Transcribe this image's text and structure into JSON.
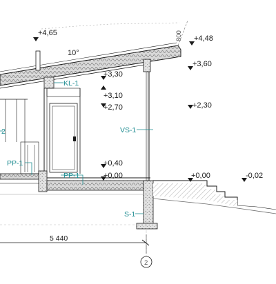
{
  "colors": {
    "line": "#1a1a1a",
    "annotation": "#1a8a8f",
    "hatch": "#8a8a8a",
    "ground": "#6b6b6b"
  },
  "icons": {
    "level_marker": "level-triangle-icon",
    "grid_bubble": "grid-axis-bubble-icon"
  },
  "levels": {
    "roof_top": "+4,65",
    "roof_edge": "+4,48",
    "eave": "+3,60",
    "ceiling": "+3,30",
    "lintel_top": "+3,10",
    "lintel": "+2,70",
    "window_head": "+2,30",
    "sill": "+0,40",
    "floor": "+0,00",
    "terrace": "+0,00",
    "ground_outside": "-0,02"
  },
  "roof": {
    "slope": "10°",
    "overhang": "800"
  },
  "tags": {
    "ceiling_layer": "KL-1",
    "wall_left": "2",
    "floor_left": "PP-1",
    "floor_main": "PP-1",
    "window_wall": "VS-1",
    "foundation": "S-1"
  },
  "dimensions": {
    "span": "5 440"
  },
  "grid": {
    "axis": "2"
  }
}
